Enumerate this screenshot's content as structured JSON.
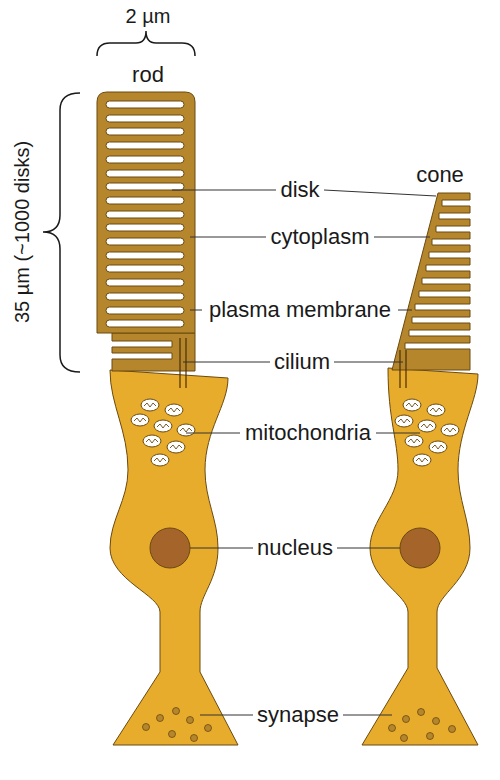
{
  "diagram": {
    "labels": [
      "2 µm",
      "rod",
      "35 µm (~1000 disks)",
      "disk",
      "cone",
      "cytoplasm",
      "plasma membrane",
      "cilium",
      "mitochondria",
      "nucleus",
      "synapse"
    ]
  }
}
